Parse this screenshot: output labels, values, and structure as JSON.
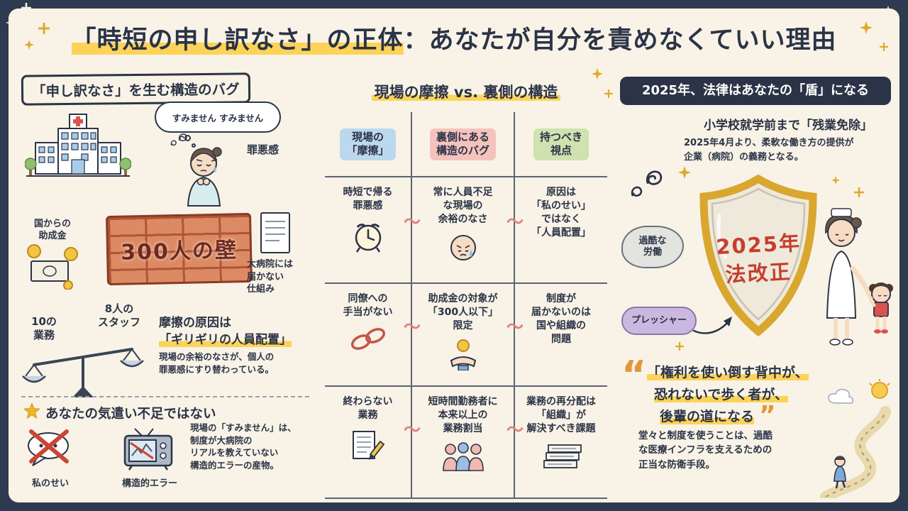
{
  "palette": {
    "navy": "#2b3347",
    "cream": "#f8f3e6",
    "yellow": "#fcd358",
    "red": "#c63d2f",
    "brick": "#dc8a63",
    "blue": "#bcd8ef",
    "pink": "#f5c3bd",
    "green": "#cfe2b0",
    "gold": "#d9a62e"
  },
  "title": {
    "highlight": "「時短の申し訳なさ」の正体",
    "rest": "：あなたが自分を責めなくていい理由"
  },
  "left": {
    "header": "「申し訳なさ」を生む構造のバグ",
    "thought_bubble": "すみません すみません",
    "guilt_label": "罪悪感",
    "subsidy_label": "国からの\n助成金",
    "wall_label": "300人の壁",
    "wall_note": "大病院には\n届かない\n仕組み",
    "scale_left_label": "10の\n業務",
    "scale_right_label": "8人の\nスタッフ",
    "friction_cause_1": "摩擦の原因は",
    "friction_cause_2": "「ギリギリの人員配置」",
    "friction_cause_body": "現場の余裕のなさが、個人の\n罪悪感にすり替わっている。",
    "not_your_fault_title": "あなたの気遣い不足ではない",
    "my_fault_label": "私のせい",
    "structural_error_label": "構造的エラー",
    "bottom_note": "現場の「すみません」は、\n制度が大病院の\nリアルを教えていない\n構造的エラーの産物。"
  },
  "center": {
    "header": "現場の摩擦 vs. 裏側の構造",
    "col_headers": [
      "現場の\n「摩擦」",
      "裏側にある\n構造のバグ",
      "持つべき\n視点"
    ],
    "rows": [
      {
        "friction": "時短で帰る\n罪悪感",
        "bug": "常に人員不足\nな現場の\n余裕のなさ",
        "view": "原因は\n「私のせい」\nではなく\n「人員配置」"
      },
      {
        "friction": "同僚への\n手当がない",
        "bug": "助成金の対象が\n「300人以下」\n限定",
        "view": "制度が\n届かないのは\n国や組織の\n問題"
      },
      {
        "friction": "終わらない\n業務",
        "bug": "短時間勤務者に\n本来以上の\n業務割当",
        "view": "業務の再分配は\n「組織」が\n解決すべき課題"
      }
    ],
    "tilde": "〜"
  },
  "right": {
    "header": "2025年、法律はあなたの「盾」になる",
    "law_title": "小学校就学前まで「残業免除」",
    "law_body": "2025年4月より、柔軟な働き方の提供が\n企業（病院）の義務となる。",
    "cloud_harsh": "過酷な\n労働",
    "cloud_pressure": "プレッシャー",
    "shield_line1": "2025年",
    "shield_line2": "法改正",
    "quote_mark_open": "“",
    "quote_mark_close": "”",
    "quote_line1": "「権利を使い倒す背中が、",
    "quote_line2": "恐れないで歩く者が、",
    "quote_line3": "後輩の道になる",
    "quote_body": "堂々と制度を使うことは、過酷\nな医療インフラを支えるための\n正当な防衛手段。"
  }
}
